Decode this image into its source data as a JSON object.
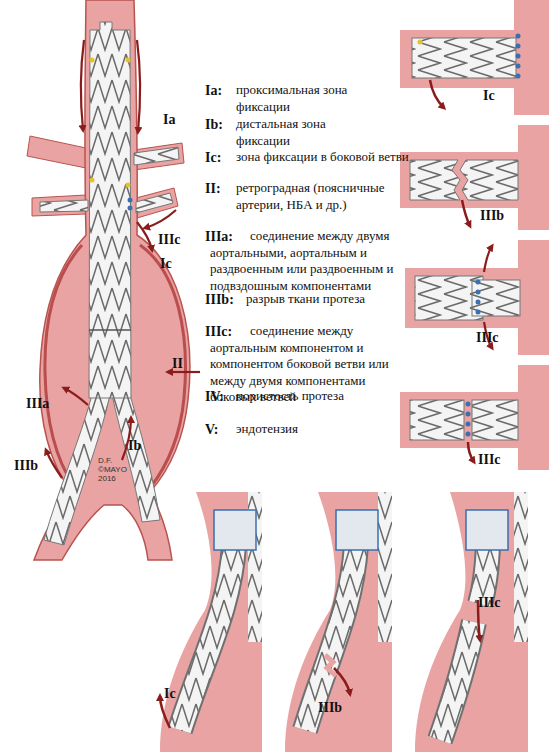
{
  "diagram": {
    "labels": [
      "Ia:",
      "проксимальная зона фиксации",
      "Ib:",
      "дистальная зона фиксации",
      "Ic:",
      "зона фиксации в боковой ветви",
      "II:",
      "ретроградная (поясничные артерии, НБА и др.)",
      "IIIa:",
      "соединение между двумя аортальными, аортальным и раздвоенным или раздвоенным и подвздошным компонентами",
      "IIIb:",
      "разрыв ткани протеза",
      "IIIc:",
      "соединение между аортальным компонентом и компонентом боковой ветви или между двумя компонентами боковых ветвей",
      "IV:",
      "пористость протеза",
      "V:",
      "эндотензия",
      "Ia",
      "IIIc",
      "Ic",
      "II",
      "IIIa",
      "Ib",
      "IIIb",
      "D.F. ©MAYO 2016",
      "Ic",
      "IIIb",
      "IIIc",
      "IIIc",
      "Ic",
      "IIIb",
      "IIIc"
    ]
  }
}
